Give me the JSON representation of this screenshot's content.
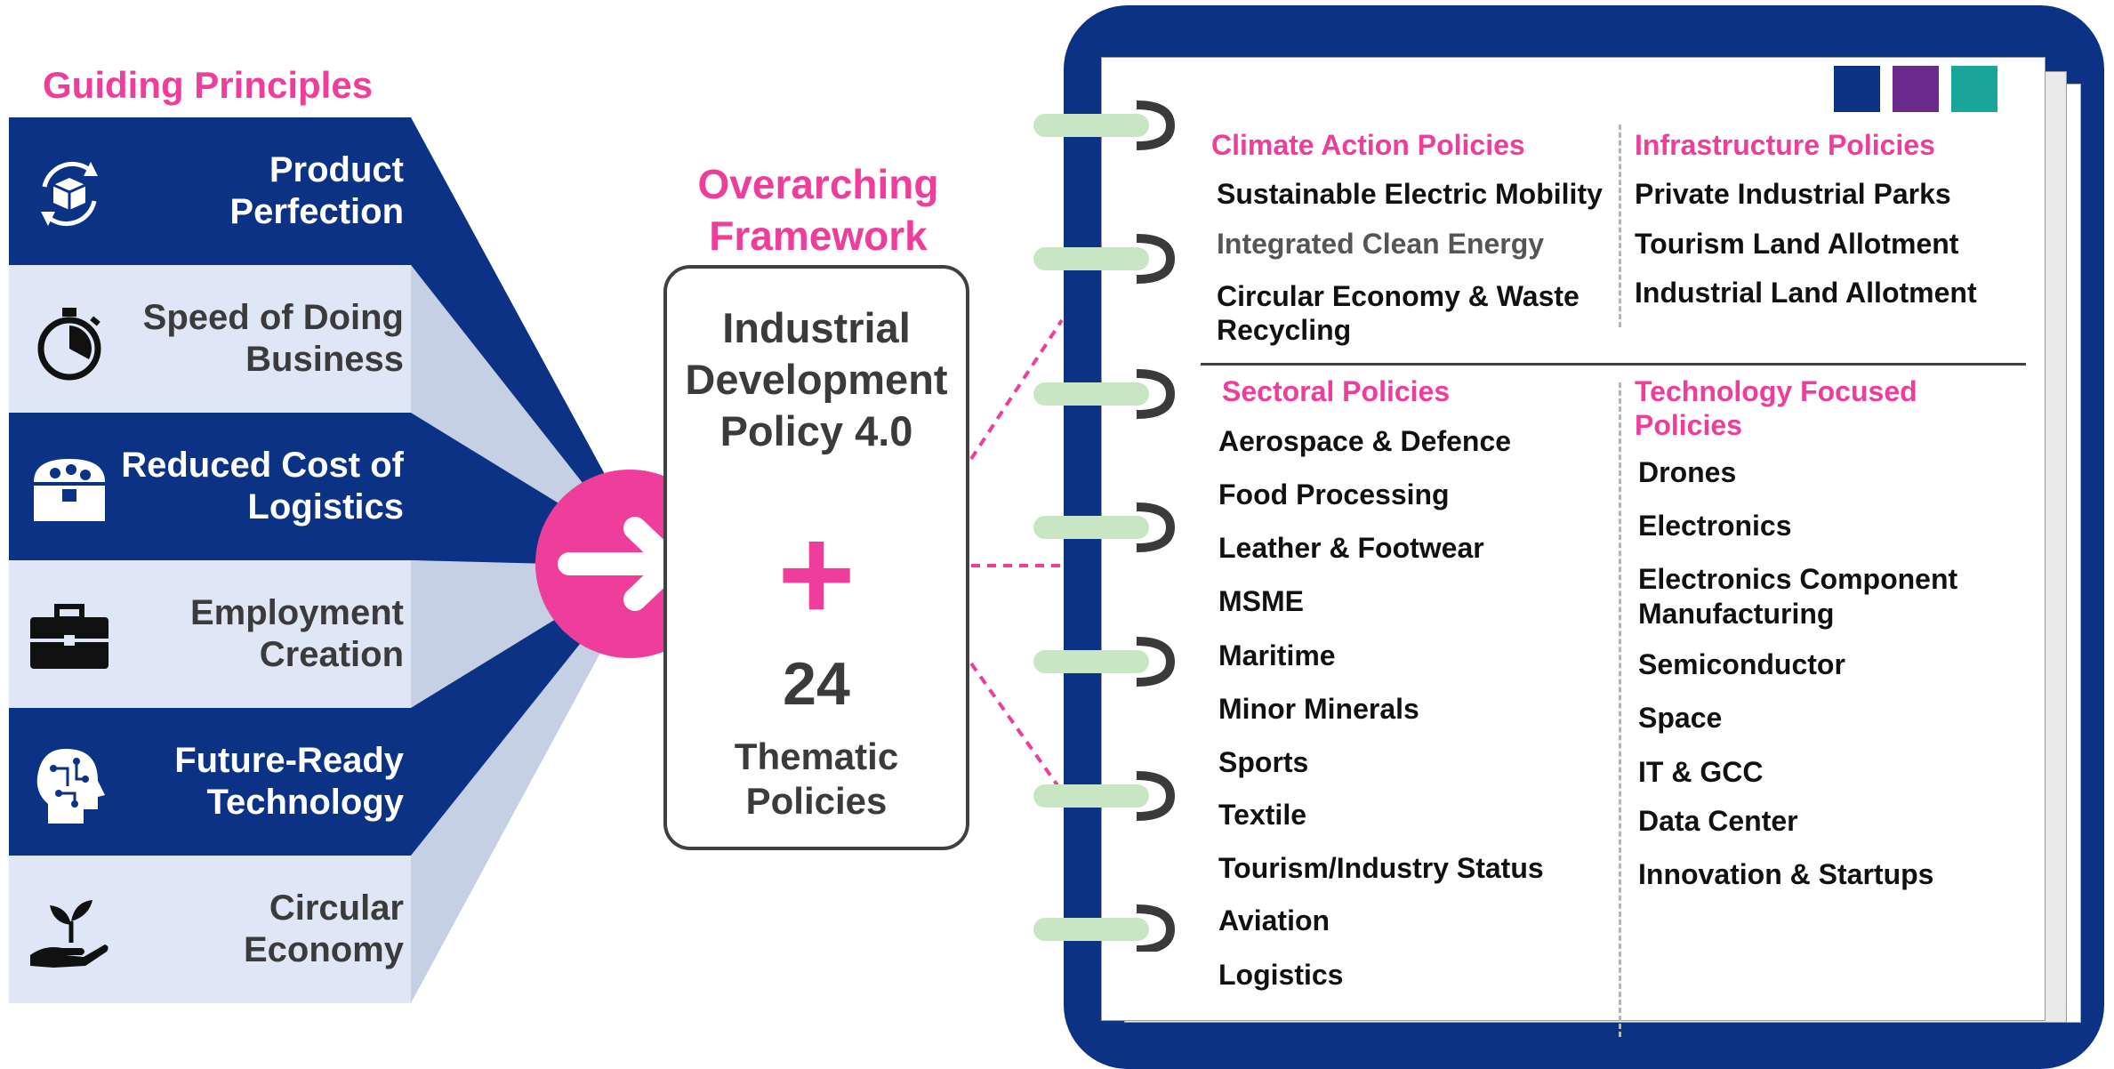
{
  "guiding_principles": {
    "title": "Guiding Principles",
    "items": [
      {
        "label": "Product\nPerfection",
        "icon": "box-recycle-icon"
      },
      {
        "label": "Speed of Doing\nBusiness",
        "icon": "stopwatch-icon"
      },
      {
        "label": "Reduced Cost of\nLogistics",
        "icon": "treasure-chest-icon"
      },
      {
        "label": "Employment\nCreation",
        "icon": "briefcase-icon"
      },
      {
        "label": "Future-Ready\nTechnology",
        "icon": "head-circuit-icon"
      },
      {
        "label": "Circular\nEconomy",
        "icon": "hand-plant-icon"
      }
    ]
  },
  "framework": {
    "title": "Overarching\nFramework",
    "policy_title": "Industrial\nDevelopment\nPolicy 4.0",
    "plus": "+",
    "count": "24",
    "count_label": "Thematic\nPolicies"
  },
  "notebook": {
    "tab_colors": [
      "#0b3285",
      "#6a2a8c",
      "#1aa59a"
    ],
    "climate": {
      "title": "Climate Action Policies",
      "items": [
        "Sustainable Electric Mobility",
        "Integrated Clean Energy",
        "Circular Economy & Waste",
        "Recycling"
      ]
    },
    "infrastructure": {
      "title": "Infrastructure Policies",
      "items": [
        "Private Industrial Parks",
        "Tourism Land Allotment",
        "Industrial Land Allotment"
      ]
    },
    "sectoral": {
      "title": "Sectoral Policies",
      "items": [
        "Aerospace & Defence",
        "Food Processing",
        "Leather & Footwear",
        "MSME",
        "Maritime",
        "Minor Minerals",
        "Sports",
        "Textile",
        "Tourism/Industry Status",
        "Aviation",
        "Logistics"
      ]
    },
    "technology": {
      "title_line1": "Technology Focused",
      "title_line2": "Policies",
      "items": [
        "Drones",
        "Electronics",
        "Electronics Component",
        "Manufacturing",
        "Semiconductor",
        "Space",
        "IT & GCC",
        "Data Center",
        "Innovation & Startups"
      ]
    }
  },
  "colors": {
    "pink": "#ee3d9b",
    "navy": "#0b3285",
    "light_blue": "#dfe6f5",
    "ring_green": "#c8e6c3"
  }
}
